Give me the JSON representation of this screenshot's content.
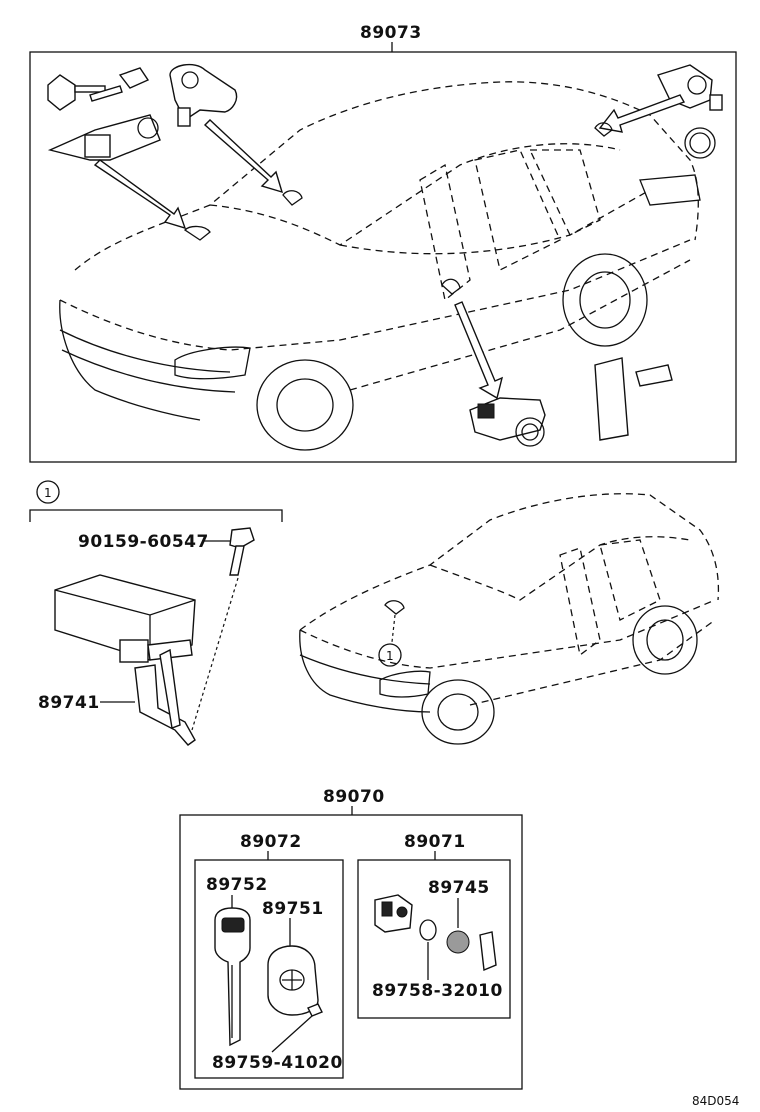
{
  "labels": {
    "main_assembly": "89073",
    "callout_number": "1",
    "bolt": "90159-60547",
    "bracket": "89741",
    "key_set": "89070",
    "key_subset": "89072",
    "transmitter_subset": "89071",
    "key": "89752",
    "transmitter_case": "89751",
    "battery": "89745",
    "ring": "89758-32010",
    "screw": "89759-41020",
    "drawing_code": "84D054"
  },
  "colors": {
    "line": "#111111",
    "background": "#ffffff"
  }
}
